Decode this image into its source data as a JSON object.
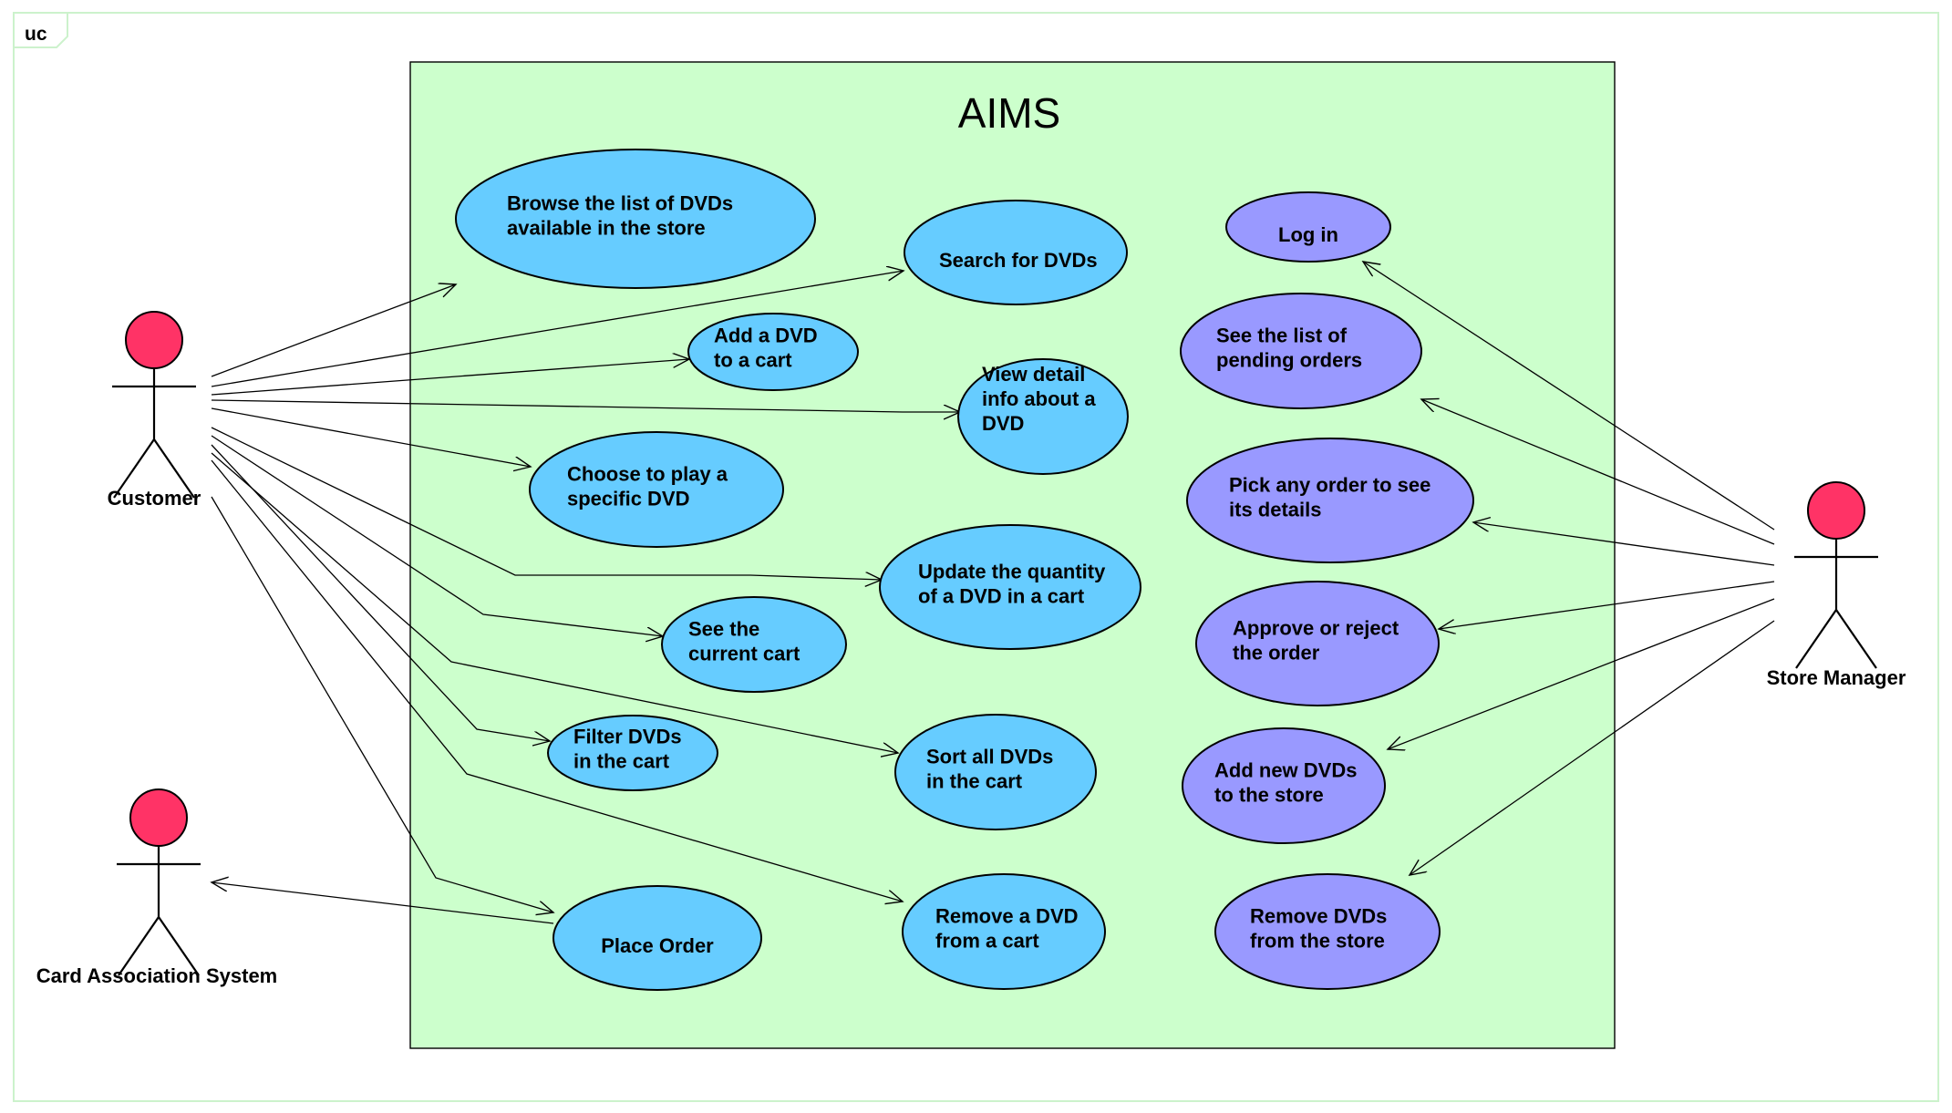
{
  "frame_label": "uc",
  "system": {
    "title": "AIMS"
  },
  "colors": {
    "system_fill": "#ccffcc",
    "customer_usecase": "#66ccff",
    "manager_usecase": "#9999ff",
    "actor_head": "#ff3366",
    "frame_border": "#ccf2cc"
  },
  "actors": [
    {
      "id": "customer",
      "label": "Customer"
    },
    {
      "id": "card",
      "label": "Card Association System"
    },
    {
      "id": "manager",
      "label": "Store Manager"
    }
  ],
  "use_cases": [
    {
      "id": "browse",
      "lines": [
        "Browse the list of DVDs",
        "available in the store"
      ],
      "group": "customer"
    },
    {
      "id": "search",
      "lines": [
        "Search for DVDs"
      ],
      "group": "customer"
    },
    {
      "id": "add_cart",
      "lines": [
        "Add a DVD",
        "to a cart"
      ],
      "group": "customer"
    },
    {
      "id": "view_detail",
      "lines": [
        "View detail",
        "info about a",
        "DVD"
      ],
      "group": "customer"
    },
    {
      "id": "play",
      "lines": [
        "Choose to play a",
        "specific DVD"
      ],
      "group": "customer"
    },
    {
      "id": "update_qty",
      "lines": [
        "Update the quantity",
        "of a DVD in a cart"
      ],
      "group": "customer"
    },
    {
      "id": "see_cart",
      "lines": [
        "See the",
        "current cart"
      ],
      "group": "customer"
    },
    {
      "id": "filter",
      "lines": [
        "Filter DVDs",
        "in the cart"
      ],
      "group": "customer"
    },
    {
      "id": "sort",
      "lines": [
        "Sort all DVDs",
        "in the cart"
      ],
      "group": "customer"
    },
    {
      "id": "place_order",
      "lines": [
        "Place Order"
      ],
      "group": "customer"
    },
    {
      "id": "remove_cart",
      "lines": [
        "Remove a DVD",
        "from a cart"
      ],
      "group": "customer"
    },
    {
      "id": "login",
      "lines": [
        "Log in"
      ],
      "group": "manager"
    },
    {
      "id": "pending",
      "lines": [
        "See the list of",
        "pending orders"
      ],
      "group": "manager"
    },
    {
      "id": "pick_order",
      "lines": [
        "Pick any order to see",
        "its details"
      ],
      "group": "manager"
    },
    {
      "id": "approve",
      "lines": [
        "Approve or reject",
        "the order"
      ],
      "group": "manager"
    },
    {
      "id": "add_new",
      "lines": [
        "Add new DVDs",
        "to the store"
      ],
      "group": "manager"
    },
    {
      "id": "remove_store",
      "lines": [
        "Remove DVDs",
        "from the  store"
      ],
      "group": "manager"
    }
  ],
  "associations": [
    {
      "from": "customer",
      "to": "browse"
    },
    {
      "from": "customer",
      "to": "search"
    },
    {
      "from": "customer",
      "to": "add_cart"
    },
    {
      "from": "customer",
      "to": "view_detail"
    },
    {
      "from": "customer",
      "to": "play"
    },
    {
      "from": "customer",
      "to": "update_qty"
    },
    {
      "from": "customer",
      "to": "see_cart"
    },
    {
      "from": "customer",
      "to": "filter"
    },
    {
      "from": "customer",
      "to": "sort"
    },
    {
      "from": "customer",
      "to": "place_order"
    },
    {
      "from": "customer",
      "to": "remove_cart"
    },
    {
      "from": "place_order",
      "to": "card"
    },
    {
      "from": "manager",
      "to": "login"
    },
    {
      "from": "manager",
      "to": "pending"
    },
    {
      "from": "manager",
      "to": "pick_order"
    },
    {
      "from": "manager",
      "to": "approve"
    },
    {
      "from": "manager",
      "to": "add_new"
    },
    {
      "from": "manager",
      "to": "remove_store"
    }
  ]
}
